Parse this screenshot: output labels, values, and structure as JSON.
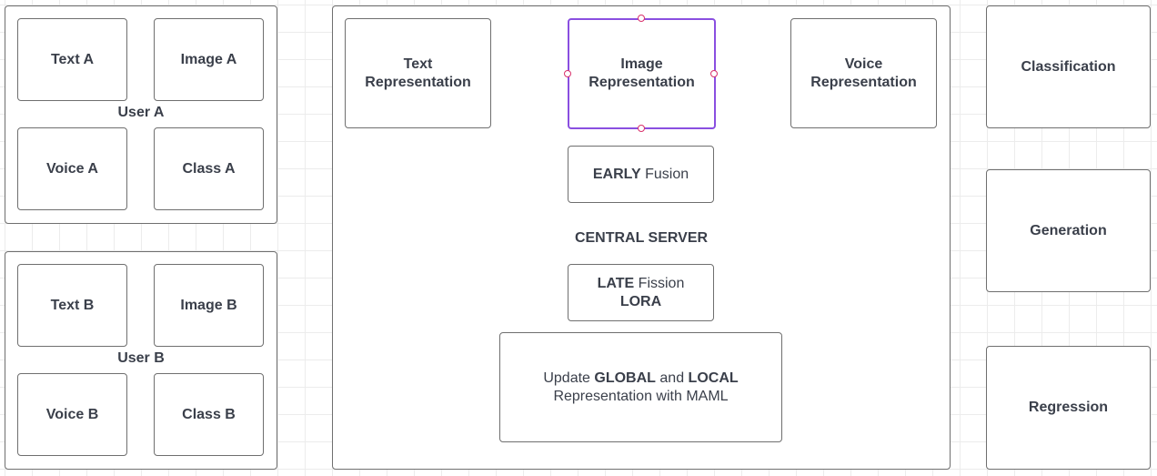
{
  "user_a": {
    "label": "User A",
    "cells": [
      "Text A",
      "Image A",
      "Voice A",
      "Class A"
    ]
  },
  "user_b": {
    "label": "User B",
    "cells": [
      "Text B",
      "Image B",
      "Voice B",
      "Class B"
    ]
  },
  "server": {
    "label": "CENTRAL SERVER",
    "text_rep": {
      "line1": "Text",
      "line2": "Representation"
    },
    "image_rep": {
      "line1": "Image",
      "line2": "Representation"
    },
    "voice_rep": {
      "line1": "Voice",
      "line2": "Representation"
    },
    "early": {
      "bold": "EARLY",
      "rest": "Fusion"
    },
    "late": {
      "bold": "LATE",
      "rest": "Fission",
      "line2": "LORA"
    },
    "update": {
      "p1": "Update",
      "b1": "GLOBAL",
      "p2": "and",
      "b2": "LOCAL",
      "line2": "Representation with MAML"
    }
  },
  "tasks": [
    "Classification",
    "Generation",
    "Regression"
  ],
  "colors": {
    "selection": "#8a4fe0",
    "handle": "#d9316b",
    "border": "#6f6f6f",
    "text": "#3a3f4a"
  }
}
